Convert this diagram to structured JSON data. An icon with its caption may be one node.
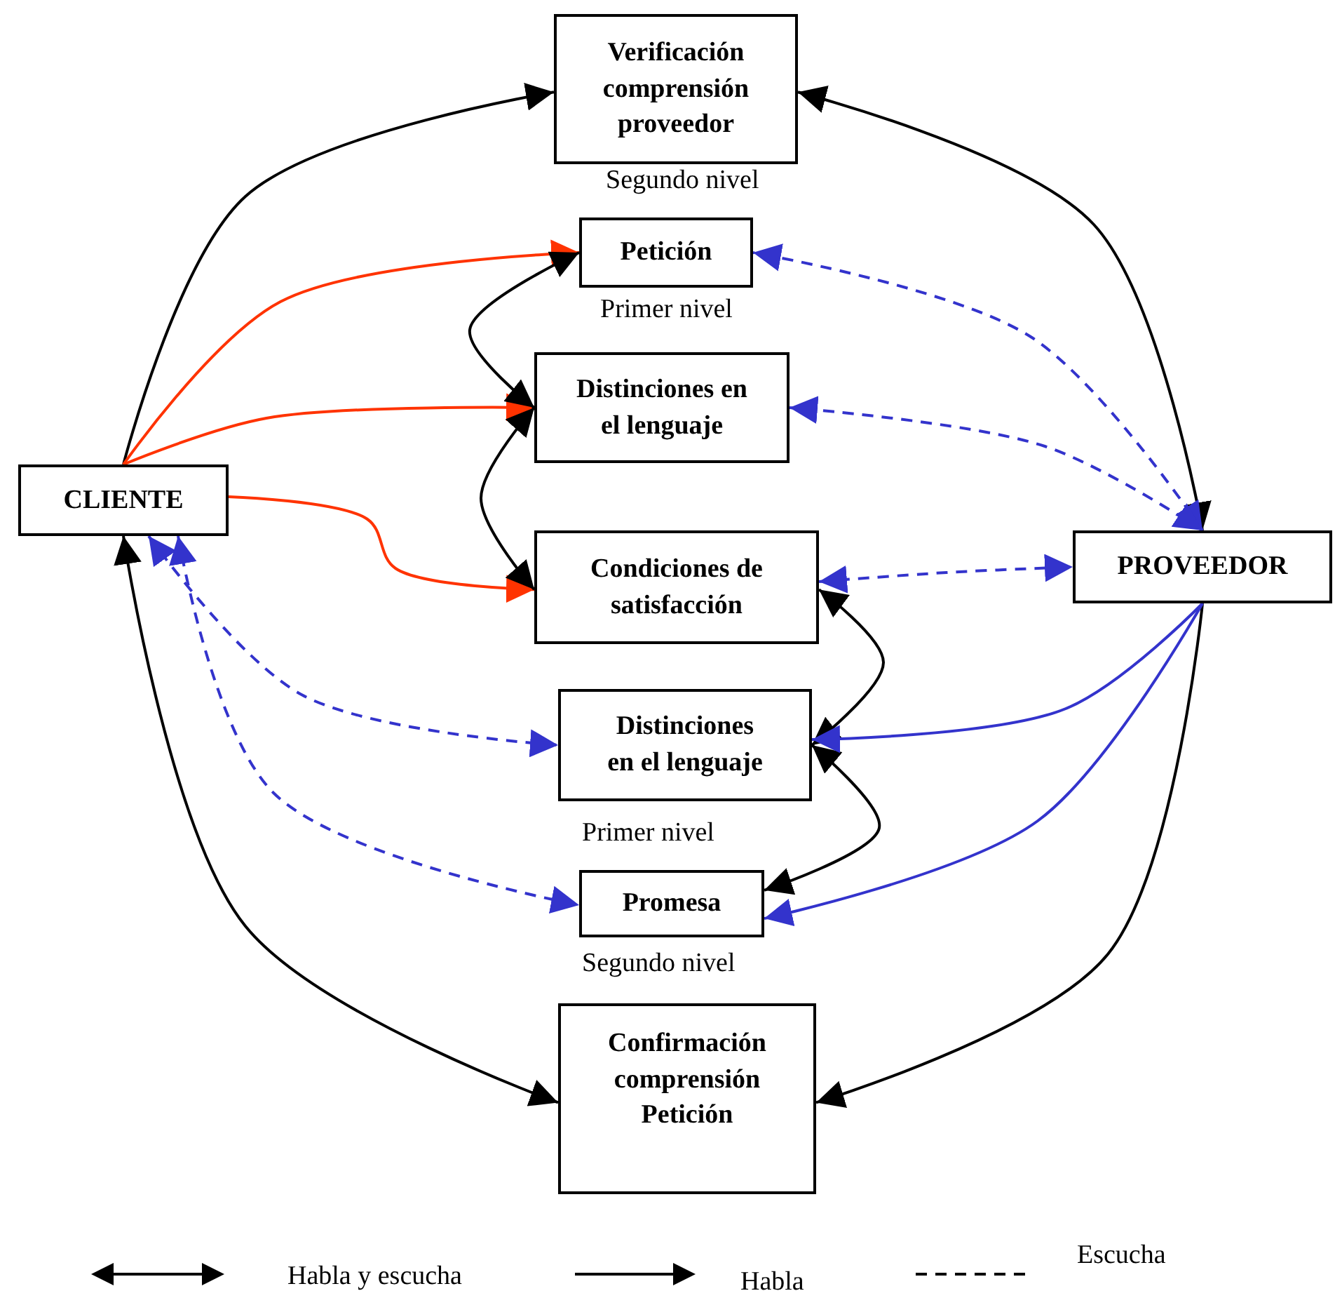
{
  "diagram": {
    "nodes": [
      {
        "text": [
          "Verificación comprensión proveedor"
        ],
        "beside": [
          "Segundo nivel"
        ]
      },
      {
        "text": [
          "Petición"
        ],
        "beside": [
          "Primer nivel"
        ]
      },
      {
        "text": [
          "Distinciones en el lenguaje"
        ]
      },
      {
        "text": [
          "CLIENTE"
        ]
      },
      {
        "text": [
          "Condiciones de satisfacción"
        ]
      },
      {
        "text": [
          "PROVEEDOR"
        ]
      },
      {
        "text": [
          "Distinciones en el lenguaje"
        ],
        "beside": [
          "Primer nivel"
        ]
      },
      {
        "text": [
          "Promesa"
        ],
        "beside": [
          "Segundo nivel"
        ]
      },
      {
        "text": [
          "Confirmación comprensión Petición"
        ]
      }
    ],
    "edges": [
      {
        "from": 3,
        "to": 0,
        "arrow": "to"
      },
      {
        "from": 0,
        "to": 5,
        "arrow": "both"
      },
      {
        "from": 3,
        "to": 8,
        "arrow": "both"
      },
      {
        "from": 5,
        "to": 8,
        "arrow": "to"
      },
      {
        "from": 3,
        "to": 1,
        "arrow": "to",
        "color": "#ff3300"
      },
      {
        "from": 3,
        "to": 2,
        "arrow": "to",
        "color": "#ff3300"
      },
      {
        "from": 3,
        "to": 4,
        "arrow": "to",
        "color": "#ff3300"
      },
      {
        "from": 1,
        "to": 2,
        "arrow": "both"
      },
      {
        "from": 2,
        "to": 4,
        "arrow": "both"
      },
      {
        "from": 4,
        "to": 6,
        "arrow": "both"
      },
      {
        "from": 6,
        "to": 7,
        "arrow": "both"
      },
      {
        "from": 5,
        "to": 1,
        "arrow": "both",
        "style": "dashed",
        "color": "#3333cc"
      },
      {
        "from": 5,
        "to": 2,
        "arrow": "both",
        "style": "dashed",
        "color": "#3333cc"
      },
      {
        "from": 4,
        "to": 5,
        "arrow": "both",
        "style": "dashed",
        "color": "#3333cc"
      },
      {
        "from": 3,
        "to": 6,
        "arrow": "both",
        "style": "dashed",
        "color": "#3333cc"
      },
      {
        "from": 3,
        "to": 7,
        "arrow": "both",
        "style": "dashed",
        "color": "#3333cc"
      },
      {
        "from": 5,
        "to": 6,
        "arrow": "to",
        "color": "#3333cc"
      },
      {
        "from": 5,
        "to": 7,
        "arrow": "to",
        "color": "#3333cc"
      }
    ],
    "legend": [
      {
        "text": "Habla y escucha"
      },
      {
        "text": "Habla"
      },
      {
        "text": "Escucha"
      }
    ]
  }
}
